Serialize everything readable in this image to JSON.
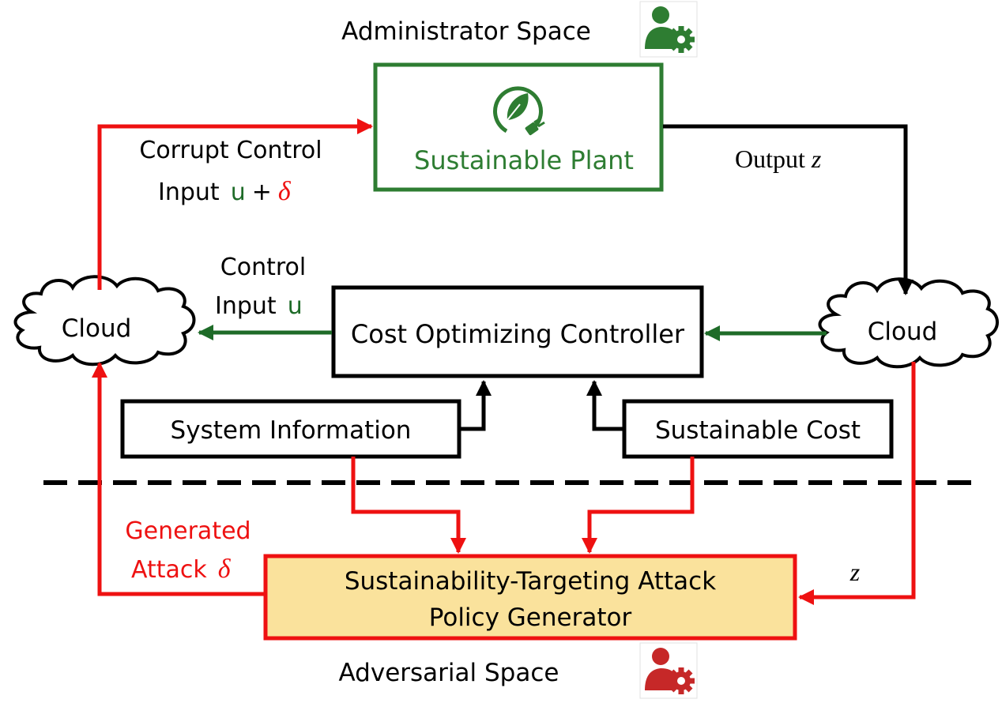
{
  "colors": {
    "attack": "#ee1111",
    "control": "#1e6b28",
    "plant": "#2e7d32",
    "adversarial_icon": "#c62828",
    "policy_fill": "#fae29c",
    "black": "#000000"
  },
  "regions": {
    "administrator_label": "Administrator Space",
    "administrator_icon": "user-gear-icon",
    "adversarial_label": "Adversarial Space",
    "adversarial_icon": "user-gear-icon"
  },
  "nodes": {
    "plant": {
      "label": "Sustainable Plant",
      "icon": "leaf-plug-icon"
    },
    "controller": {
      "label": "Cost Optimizing Controller"
    },
    "system_info": {
      "label": "System Information"
    },
    "sustainable_cost": {
      "label": "Sustainable Cost"
    },
    "policy_generator": {
      "line1": "Sustainability-Targeting Attack",
      "line2": "Policy Generator"
    },
    "cloud_left": {
      "label": "Cloud"
    },
    "cloud_right": {
      "label": "Cloud"
    }
  },
  "edge_labels": {
    "corrupt_line1": "Corrupt Control",
    "corrupt_input": "Input",
    "corrupt_u": "u",
    "corrupt_plus": "+",
    "corrupt_delta": "δ",
    "output_text": "Output",
    "output_var": "z",
    "control_line1": "Control",
    "control_input": "Input",
    "control_u": "u",
    "generated_line1": "Generated",
    "generated_attack": "Attack",
    "generated_delta": "δ",
    "z_to_policy": "z"
  }
}
